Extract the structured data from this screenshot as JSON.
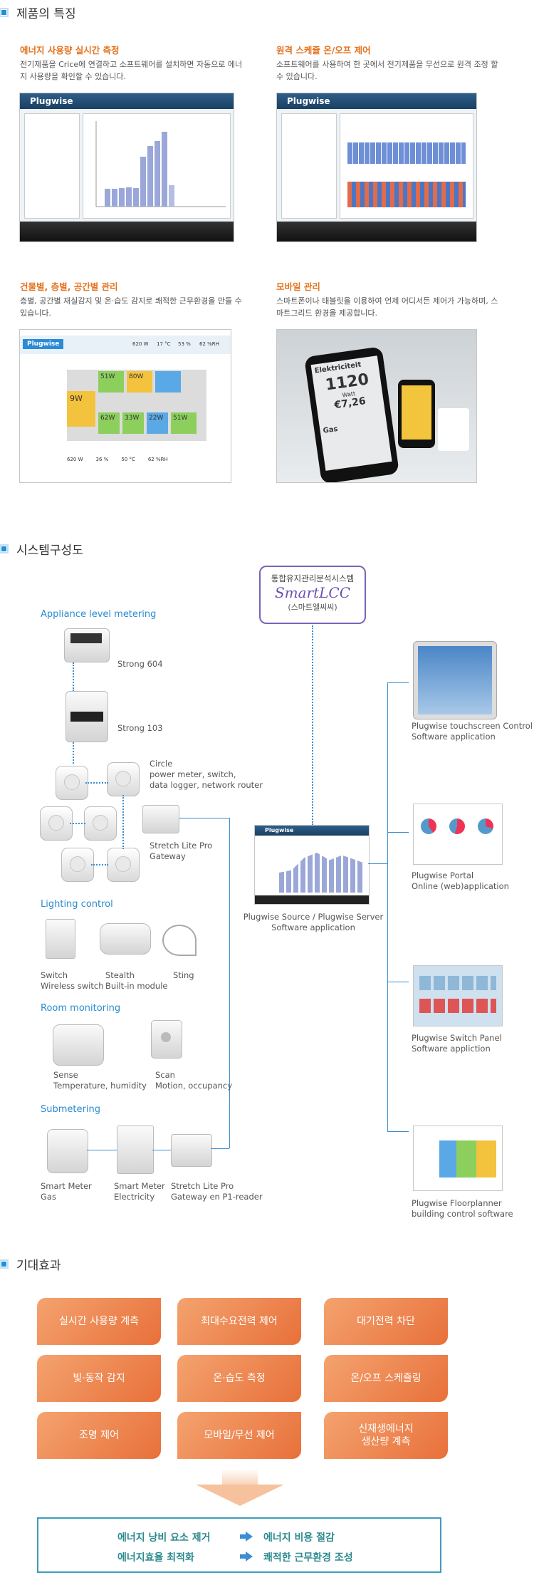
{
  "sections": {
    "features": "제품의 특징",
    "system": "시스템구성도",
    "effects": "기대효과"
  },
  "features": [
    {
      "title": "에너지 사용량 실시간 측정",
      "desc": "전기제품을 Crice에 연결하고 소프트웨어를 설치하면 자동으로 에너지 사용량을 확인할 수 있습니다."
    },
    {
      "title": "원격 스케쥴 온/오프 제어",
      "desc": "소프트웨어를 사용하여 한 곳에서 전기제품을 무선으로 원격 조정 할 수 있습니다."
    },
    {
      "title": "건물별, 층별, 공간별 관리",
      "desc": "층별, 공간별 재실감지 및 온·습도 감지로 쾌적한 근무환경을 만들 수 있습니다."
    },
    {
      "title": "모바일 관리",
      "desc": "스마트폰이나 태블릿을 이용하여 언제 어디서든 제어가 가능하며, 스마트그리드 환경을 제공합니다."
    }
  ],
  "screens": {
    "brand": "Plugwise",
    "floor": {
      "stats": [
        "620 W",
        "17 °C",
        "53 %",
        "62 %RH"
      ],
      "rooms": [
        "9W",
        "51W",
        "80W",
        "62W",
        "33W",
        "22W",
        "51W"
      ],
      "bottom": [
        "620 W",
        "36 %",
        "50 °C",
        "62 %RH"
      ]
    },
    "mobile": {
      "title": "Elektriciteit",
      "value": "1120",
      "unit": "Watt",
      "cost": "€7,26",
      "gas": "Gas"
    }
  },
  "system": {
    "center_title": "통합유지관리분석시스템",
    "center_logo": "SmartLCC",
    "center_sub": "(스마트엘씨씨)",
    "appliance_heading": "Appliance level metering",
    "strong604": "Strong 604",
    "strong103": "Strong 103",
    "circle": "Circle\npower meter, switch,\ndata logger, network router",
    "stretch": "Stretch Lite Pro\nGateway",
    "lighting_heading": "Lighting control",
    "switch": "Switch\nWireless switch",
    "stealth": "Stealth\nBuilt-in module",
    "sting": "Sting",
    "room_heading": "Room monitoring",
    "sense": "Sense\nTemperature, humidity",
    "scan": "Scan\nMotion, occupancy",
    "submeter_heading": "Submetering",
    "gas_meter": "Smart Meter\nGas",
    "elec_meter": "Smart Meter\nElectricity",
    "stretch_p1": "Stretch Lite Pro\nGateway en P1-reader",
    "source": "Plugwise Source / Plugwise Server\nSoftware application",
    "apps": [
      "Plugwise touchscreen Control\nSoftware application",
      "Plugwise Portal\nOnline (web)application",
      "Plugwise Switch Panel\nSoftware appliction",
      "Plugwise Floorplanner\nbuilding control software"
    ]
  },
  "effects": [
    "실시간 사용량 계측",
    "최대수요전력 제어",
    "대기전력 차단",
    "빛·동작 감지",
    "온·습도 측정",
    "온/오프 스케쥴링",
    "조명 제어",
    "모바일/무선 제어",
    "신재생에너지\n생산량 계측"
  ],
  "results": [
    {
      "from": "에너지 낭비 요소 제거",
      "to": "에너지 비용 절감"
    },
    {
      "from": "에너지효율 최적화",
      "to": "쾌적한 근무환경 조성"
    }
  ]
}
